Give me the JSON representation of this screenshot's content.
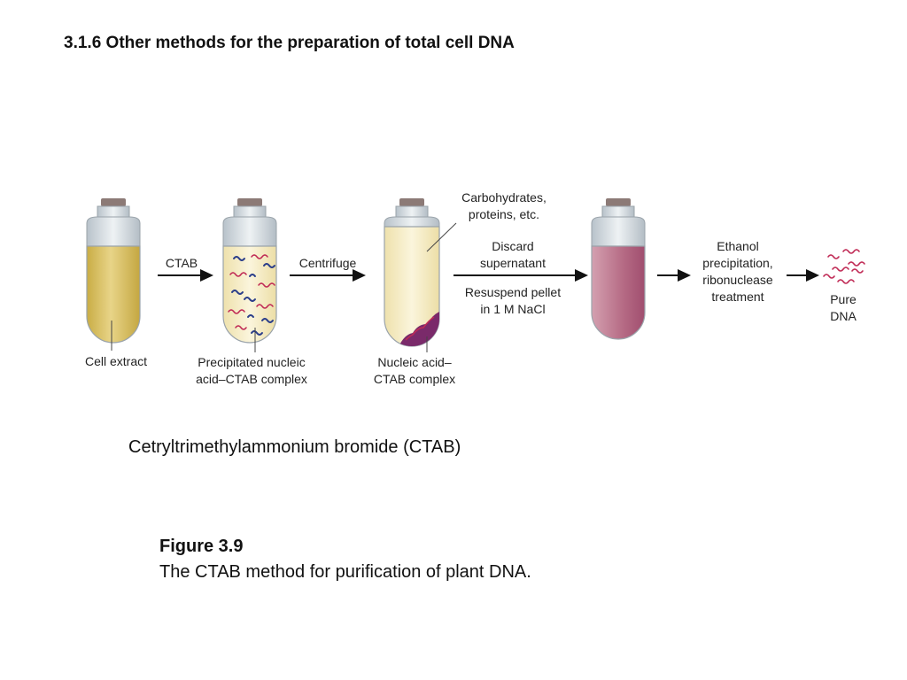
{
  "page": {
    "heading": "3.1.6 Other methods for the preparation of total cell DNA",
    "ctab_definition": "Cetryltrimethylammonium bromide (CTAB)"
  },
  "figure": {
    "number": "Figure 3.9",
    "caption": "The CTAB method for purification of plant DNA."
  },
  "diagram": {
    "tubes": [
      {
        "id": "tube-cell-extract",
        "label_lines": [
          "Cell extract"
        ],
        "liquid": "#dcc56a"
      },
      {
        "id": "tube-ctab",
        "label_lines": [
          "Precipitated nucleic",
          "acid–CTAB complex"
        ],
        "liquid": "#f5ecc6"
      },
      {
        "id": "tube-centrifuged",
        "label_lines": [
          "Nucleic acid–",
          "CTAB complex"
        ],
        "liquid": "#f7efc9",
        "callout_lines": [
          "Carbohydrates,",
          "proteins, etc."
        ]
      },
      {
        "id": "tube-resuspended",
        "label_lines": [],
        "liquid": "#b86a86"
      }
    ],
    "steps": [
      {
        "label_lines": [
          "CTAB"
        ]
      },
      {
        "label_lines": [
          "Centrifuge"
        ]
      },
      {
        "label_lines": [
          "Discard",
          "supernatant"
        ],
        "below_lines": [
          "Resuspend pellet",
          "in 1 M NaCl"
        ]
      },
      {
        "label_lines": [
          "Ethanol",
          "precipitation,",
          "ribonuclease",
          "treatment"
        ]
      }
    ],
    "result_lines": [
      "Pure",
      "DNA"
    ],
    "colors": {
      "cap": "#8c7a76",
      "neck": "#cfd6dc",
      "outline": "#9aa3aa",
      "arrow": "#111111",
      "dna": "#c02a55",
      "ctab_fragments": "#2c3f8a",
      "pellet": "#7a2a6a"
    }
  }
}
